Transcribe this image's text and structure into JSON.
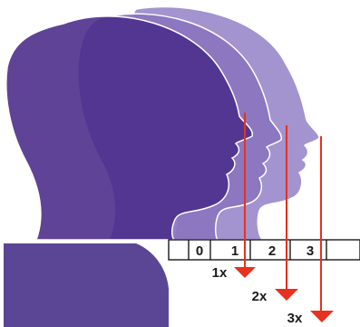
{
  "colors": {
    "head_back": "#6f5aa6",
    "head_middle": "#8a74bf",
    "head_front": "#4d2f8c",
    "head_light": "#a393cf",
    "torso": "#5b4696",
    "arrow": "#e8311e",
    "ruler_line": "#1a1a1a"
  },
  "diagram": {
    "ruler": {
      "ticks": [
        "0",
        "1",
        "2",
        "3"
      ]
    },
    "projections": [
      {
        "label": "1x"
      },
      {
        "label": "2x"
      },
      {
        "label": "3x"
      }
    ]
  }
}
